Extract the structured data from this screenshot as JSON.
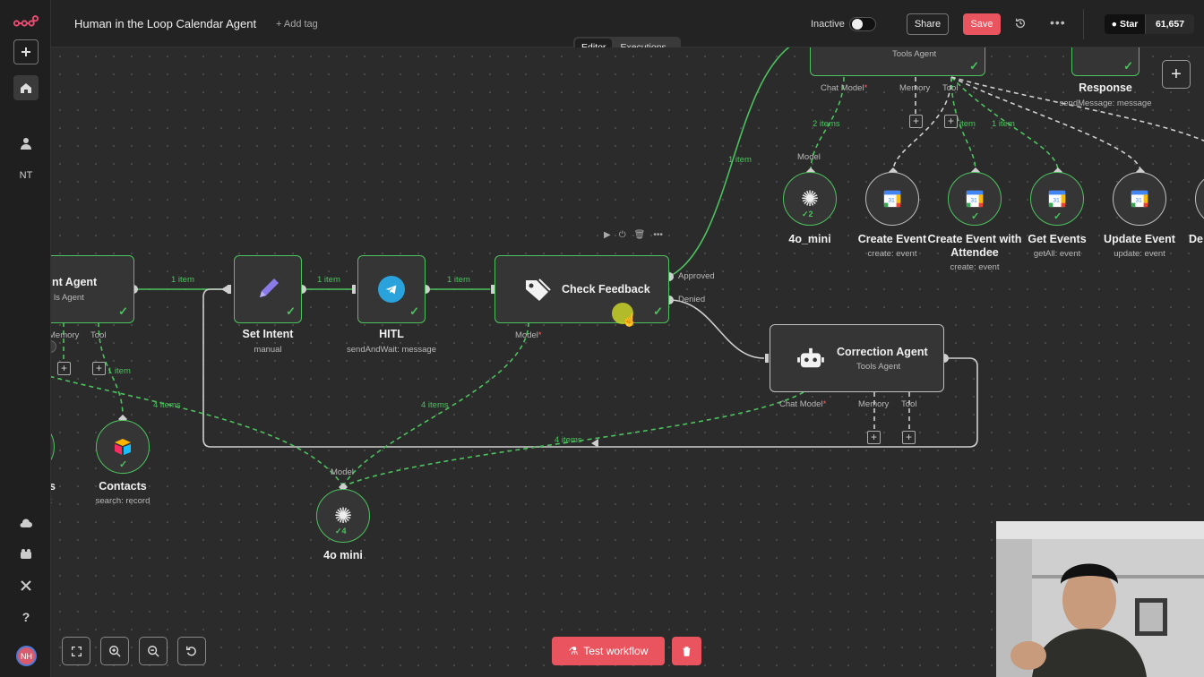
{
  "app": {
    "workflow_title": "Human in the Loop Calendar Agent",
    "add_tag": "+ Add tag",
    "status_label": "Inactive",
    "share_label": "Share",
    "save_label": "Save",
    "github_star_label": "Star",
    "github_star_count": "61,657",
    "user_initials": "NH",
    "rail_label_nt": "NT"
  },
  "tabs": [
    {
      "label": "Editor",
      "active": true
    },
    {
      "label": "Executions",
      "active": false
    }
  ],
  "nodes": {
    "agent_left": {
      "title": "nt Agent",
      "subtitle": "ls Agent",
      "memory": "Memory",
      "tool": "Tool"
    },
    "set_intent": {
      "title": "Set Intent",
      "subtitle": "manual"
    },
    "hitl": {
      "title": "HITL",
      "subtitle": "sendAndWait: message"
    },
    "check_feedback": {
      "title": "Check Feedback",
      "approved": "Approved",
      "denied": "Denied",
      "model": "Model"
    },
    "correction_agent": {
      "title": "Correction Agent",
      "subtitle": "Tools Agent",
      "chat_model": "Chat Model",
      "memory": "Memory",
      "tool": "Tool"
    },
    "tools_agent_top": {
      "subtitle": "Tools Agent",
      "chat_model": "Chat Model",
      "memory": "Memory",
      "tool": "Tool"
    },
    "response": {
      "title": "Response",
      "subtitle": "sendMessage: message"
    },
    "contacts": {
      "title": "Contacts",
      "subtitle": "search: record"
    },
    "model_4o_mini": {
      "title": "4o mini",
      "model": "Model",
      "badge": "4"
    },
    "model_4o_mini_top": {
      "title": "4o_mini",
      "model": "Model",
      "badge": "2"
    },
    "create_event": {
      "title": "Create Event",
      "subtitle": "create: event"
    },
    "create_event_attendee": {
      "title": "Create Event with",
      "title2": "Attendee",
      "subtitle": "create: event"
    },
    "get_events": {
      "title": "Get Events",
      "subtitle": "getAll: event"
    },
    "update_event": {
      "title": "Update Event",
      "subtitle": "update: event"
    },
    "cut_left_a": {
      "title": "s",
      "subtitle": "t"
    },
    "cut_right": {
      "title": "De"
    }
  },
  "edge_labels": {
    "e1": "1 item",
    "e2": "1 item",
    "e3": "1 item",
    "approved_edge": "1 item",
    "model_top": "2 items",
    "tool_a": "1 item",
    "tool_b": "1 item",
    "left_tool": "1 item",
    "left_model": "4 items",
    "check_model": "4 items",
    "loop_back": "4 items",
    "tool_top_a": "item"
  },
  "controls": {
    "test_workflow": "Test workflow"
  },
  "colors": {
    "accent_green": "#4cc25e",
    "save_red": "#e9545e",
    "canvas_bg": "#2b2b2b"
  }
}
